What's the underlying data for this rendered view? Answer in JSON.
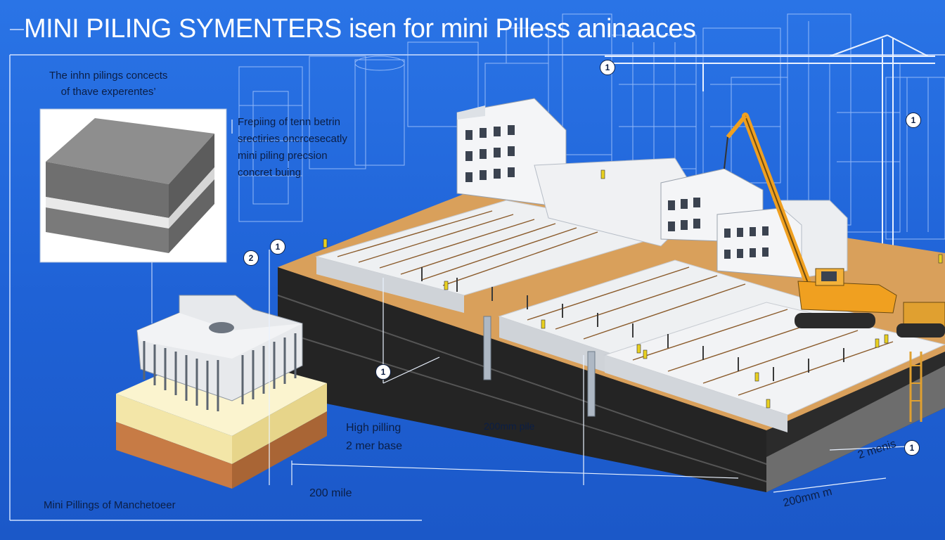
{
  "title": "MINI PILING SYMENTERS isen for mini Pilless aninaaces",
  "intro": {
    "line1": "The inhn pilings concects",
    "line2": "of thave experentes’"
  },
  "notes": {
    "line1": "Frepiing of tenn betrin",
    "line2": "srectiries oncrcesecatly",
    "line3": "mini piling precsion",
    "line4": "concret buing"
  },
  "dimensions": {
    "high_piling_1": "High pilling",
    "high_piling_2": "2 mer base",
    "pile_200mm": "200mm pile",
    "mile_200": "200 mile",
    "meter_2": "2 menis",
    "mm_200": "200mm m"
  },
  "footer": "Mini Pillings of Manchetoeer",
  "badges": [
    "1",
    "1",
    "2",
    "1",
    "1",
    "1"
  ],
  "colors": {
    "background": "#1f62d6",
    "blueprint_line": "#a9c8ff",
    "soil_dark": "#2a2a2a",
    "sand": "#d9a05b",
    "crane_yellow": "#f0a020",
    "slab": "#eef0f2"
  }
}
